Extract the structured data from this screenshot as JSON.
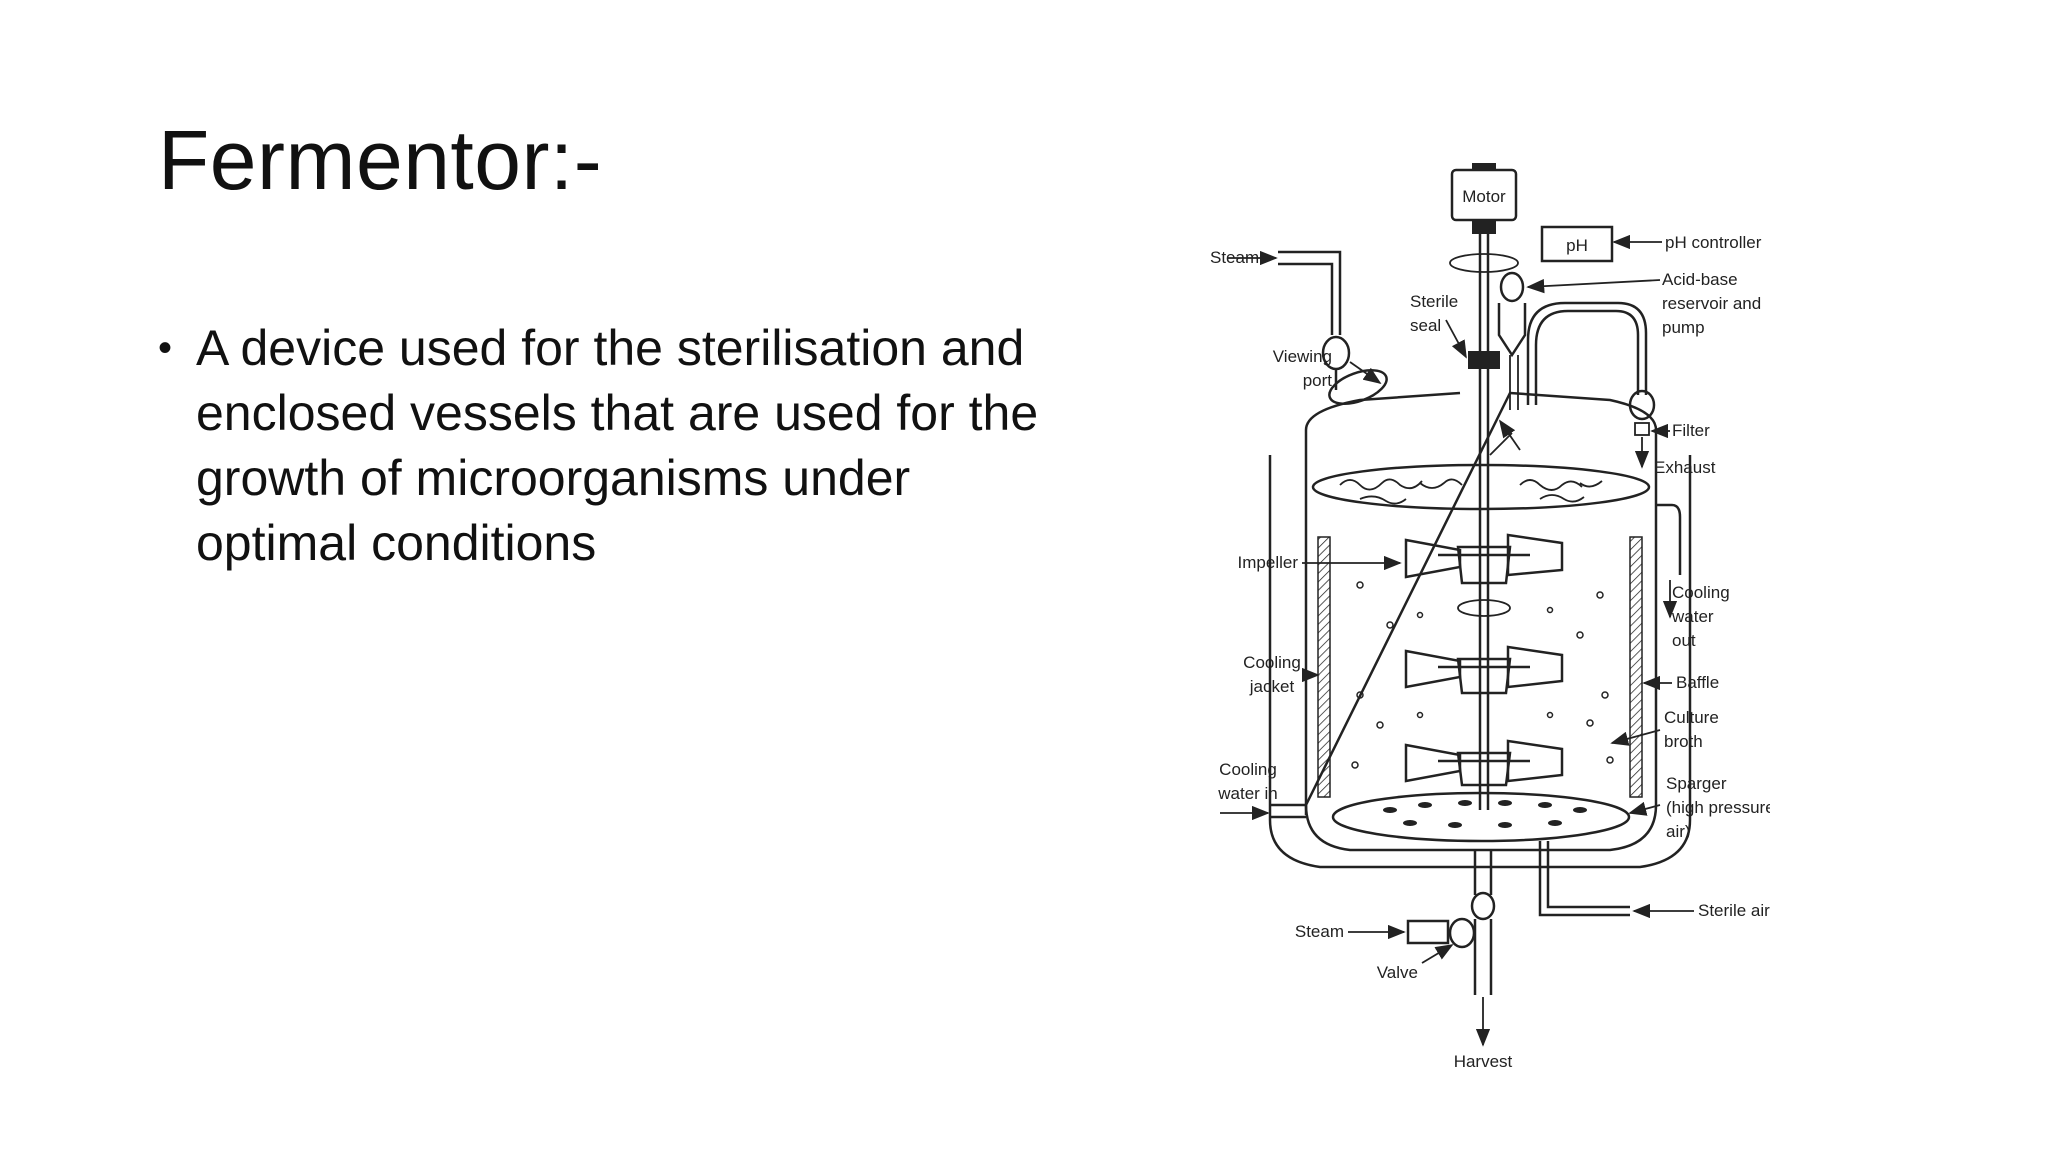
{
  "slide": {
    "title": "Fermentor:-",
    "bullets": [
      "A device used for the sterilisation and enclosed vessels that are used for the growth of microorganisms under optimal conditions"
    ]
  },
  "diagram": {
    "labels": {
      "motor": "Motor",
      "ph": "pH",
      "ph_controller": "pH controller",
      "steam_top": "Steam",
      "sterile_seal_1": "Sterile",
      "sterile_seal_2": "seal",
      "acid_base_1": "Acid-base",
      "acid_base_2": "reservoir and",
      "acid_base_3": "pump",
      "viewing_port_1": "Viewing",
      "viewing_port_2": "port",
      "filter": "Filter",
      "exhaust": "Exhaust",
      "impeller": "Impeller",
      "cooling_out_1": "Cooling",
      "cooling_out_2": "water",
      "cooling_out_3": "out",
      "cooling_jacket_1": "Cooling",
      "cooling_jacket_2": "jacket",
      "baffle": "Baffle",
      "culture_broth_1": "Culture",
      "culture_broth_2": "broth",
      "cooling_in_1": "Cooling",
      "cooling_in_2": "water in",
      "sparger_1": "Sparger",
      "sparger_2": "(high pressure",
      "sparger_3": "air)",
      "sterile_air": "Sterile air",
      "steam_bottom": "Steam",
      "valve": "Valve",
      "harvest": "Harvest"
    }
  }
}
